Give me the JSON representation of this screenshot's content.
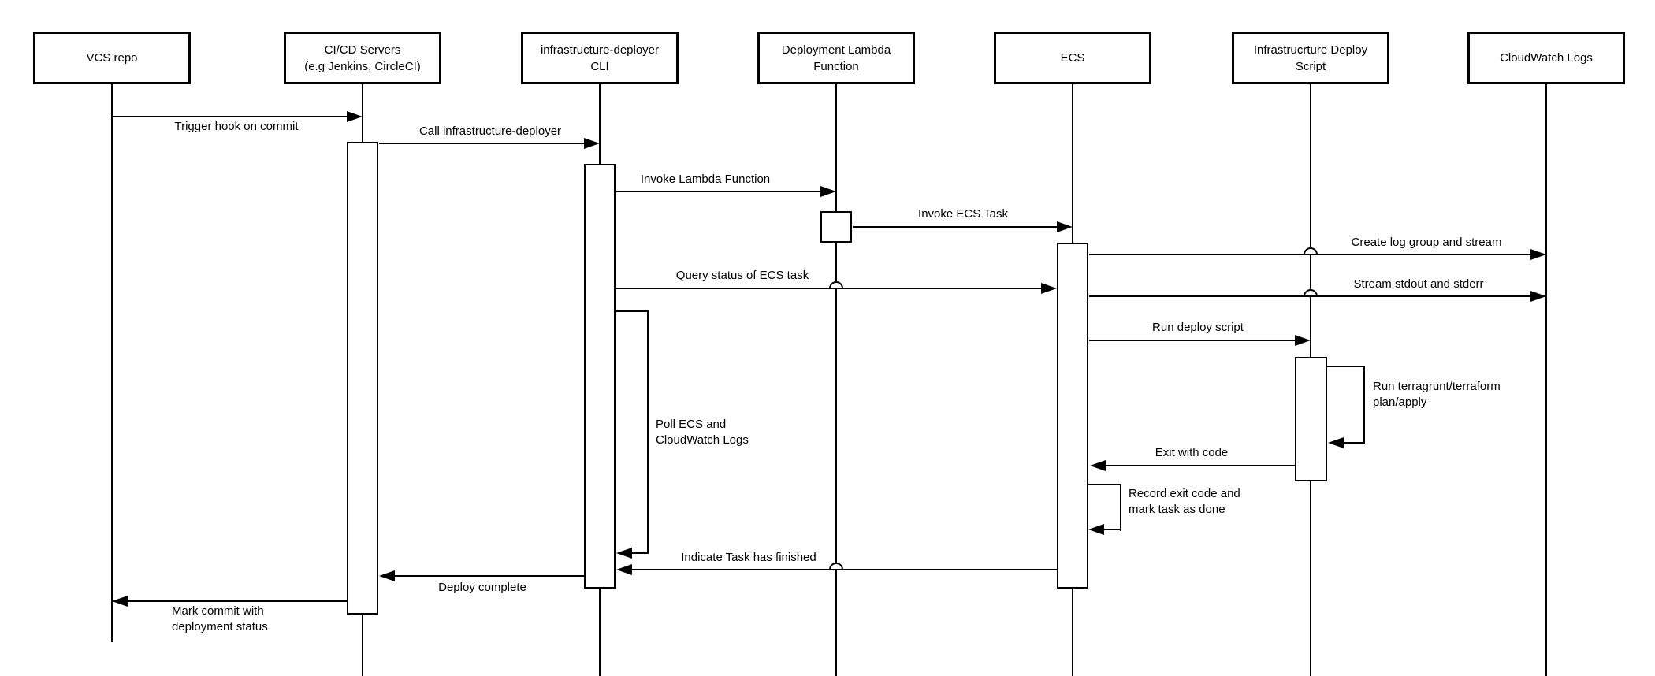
{
  "diagram_type": "uml-sequence-diagram",
  "colors": {
    "stroke": "#000000",
    "fill": "#ffffff"
  },
  "actors": [
    {
      "name": "vcs-repo",
      "label": "VCS repo"
    },
    {
      "name": "cicd-servers",
      "label": "CI/CD Servers\n(e.g Jenkins, CircleCI)"
    },
    {
      "name": "infrastructure-deployer-cli",
      "label": "infrastructure-deployer\nCLI"
    },
    {
      "name": "deployment-lambda-function",
      "label": "Deployment Lambda\nFunction"
    },
    {
      "name": "ecs",
      "label": "ECS"
    },
    {
      "name": "infrastructure-deploy-script",
      "label": "Infrastrucrture Deploy\nScript"
    },
    {
      "name": "cloudwatch-logs",
      "label": "CloudWatch Logs"
    }
  ],
  "messages": {
    "trigger_hook": "Trigger hook on commit",
    "call_deployer": "Call infrastructure-deployer",
    "invoke_lambda": "Invoke Lambda Function",
    "invoke_ecs_task": "Invoke ECS Task",
    "create_log_group": "Create log group and stream",
    "query_status": "Query status of ECS task",
    "stream_stdout": "Stream stdout and stderr",
    "run_deploy_script": "Run deploy script",
    "run_terragrunt": "Run terragrunt/terraform\nplan/apply",
    "exit_with_code": "Exit with code",
    "record_exit_code": "Record exit code and\nmark task as done",
    "poll_ecs": "Poll ECS and\nCloudWatch Logs",
    "indicate_finished": "Indicate Task has finished",
    "deploy_complete": "Deploy complete",
    "mark_commit": "Mark commit with\ndeployment status"
  }
}
